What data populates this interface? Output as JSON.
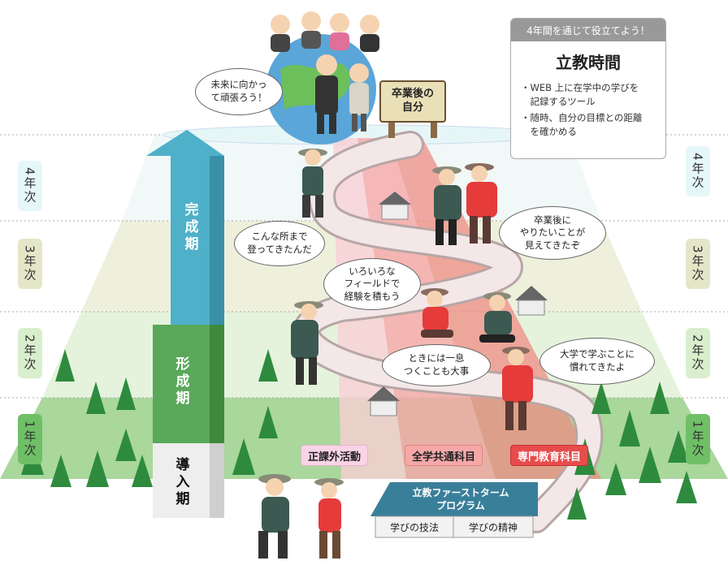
{
  "years": {
    "left": [
      "4年次",
      "3年次",
      "2年次",
      "1年次"
    ],
    "right": [
      "4年次",
      "3年次",
      "2年次",
      "1年次"
    ]
  },
  "phases": {
    "complete": "完成期",
    "formation": "形成期",
    "introduction": "導入期"
  },
  "goal_sign": "卒業後の\n自分",
  "info_box": {
    "header": "4年間を通じて役立てよう！",
    "title": "立教時間",
    "items": [
      "・WEB 上に在学中の学びを\n　記録するツール",
      "・随時、自分の目標との距離\n　を確かめる"
    ]
  },
  "bubbles": {
    "future": "未来に向かっ\nて頑張ろう！",
    "climbed": "こんな所まで\n登ってきたんだ",
    "after_grad": "卒業後に\nやりたいことが\n見えてきたぞ",
    "fields": "いろいろな\nフィールドで\n経験を積もう",
    "rest": "ときには一息\nつくことも大事",
    "used_to": "大学で学ぶことに\n慣れてきたよ"
  },
  "tags": {
    "extracurricular": "正課外活動",
    "common": "全学共通科目",
    "major": "専門教育科目"
  },
  "first_term": {
    "title": "立教ファーストターム\nプログラム",
    "left": "学びの技法",
    "right": "学びの精神"
  },
  "colors": {
    "sky": "#f2fbfb",
    "year4": "#eef9fb",
    "year3": "#eef2dc",
    "year2": "#e6f5dc",
    "year1": "#a8d69a",
    "path": "#f4e6e6",
    "lane_pink": "#f8c8cf",
    "lane_red": "#f59fa0",
    "lane_salmon": "#ee8f86",
    "arrow_complete": "#4fb0c9",
    "arrow_formation": "#5aa85a",
    "arrow_intro": "#eeeeee",
    "tag_extra": "#f9d3e6",
    "tag_common": "#f6a8a8",
    "tag_major": "#e84c4c",
    "tree": "#2e8b3e"
  }
}
